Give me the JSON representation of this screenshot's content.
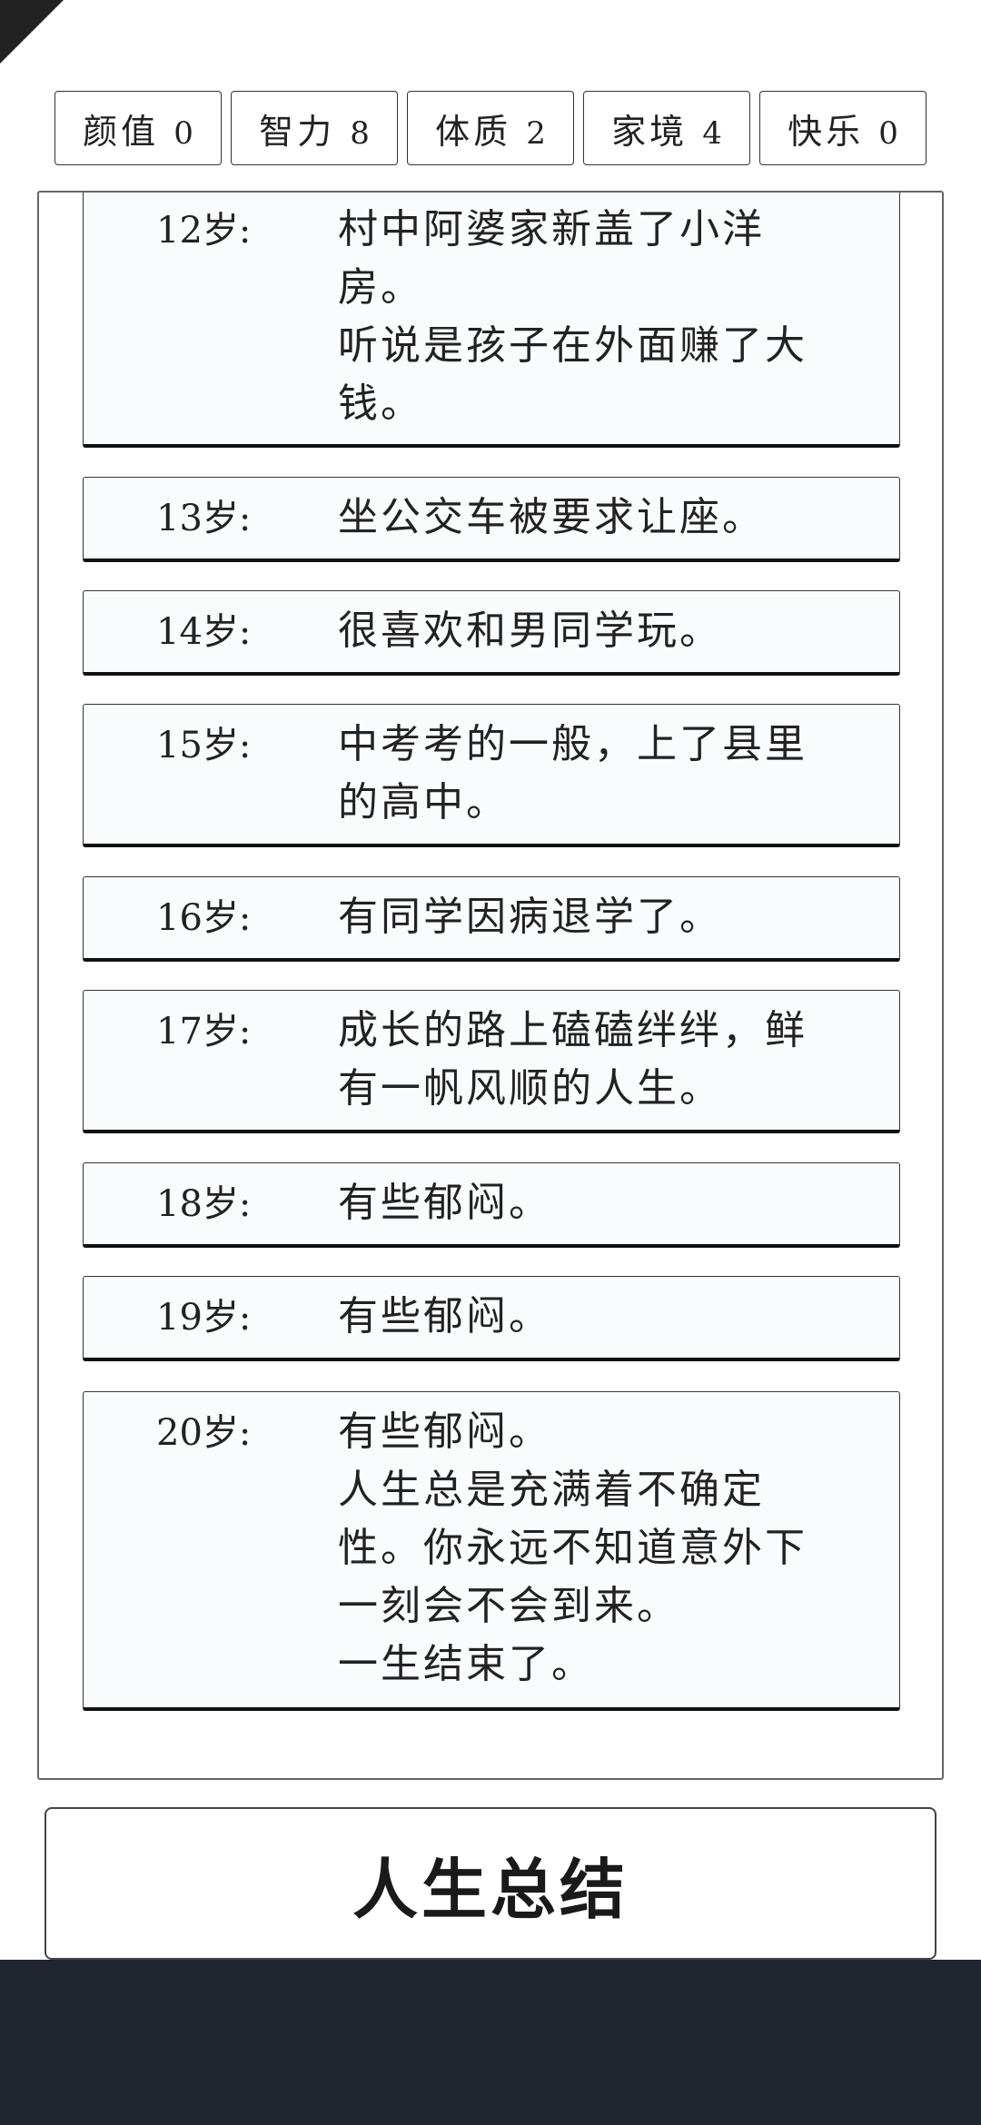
{
  "stats": [
    {
      "name": "颜值",
      "value": "0"
    },
    {
      "name": "智力",
      "value": "8"
    },
    {
      "name": "体质",
      "value": "2"
    },
    {
      "name": "家境",
      "value": "4"
    },
    {
      "name": "快乐",
      "value": "0"
    }
  ],
  "timeline": [
    {
      "age": "12岁:",
      "text": "村中阿婆家新盖了小洋房。\n听说是孩子在外面赚了大钱。"
    },
    {
      "age": "13岁:",
      "text": "坐公交车被要求让座。"
    },
    {
      "age": "14岁:",
      "text": "很喜欢和男同学玩。"
    },
    {
      "age": "15岁:",
      "text": "中考考的一般，上了县里的高中。"
    },
    {
      "age": "16岁:",
      "text": "有同学因病退学了。"
    },
    {
      "age": "17岁:",
      "text": "成长的路上磕磕绊绊，鲜有一帆风顺的人生。"
    },
    {
      "age": "18岁:",
      "text": "有些郁闷。"
    },
    {
      "age": "19岁:",
      "text": "有些郁闷。"
    },
    {
      "age": "20岁:",
      "text": "有些郁闷。\n人生总是充满着不确定性。你永远不知道意外下一刻会不会到来。\n一生结束了。"
    }
  ],
  "summary_button": {
    "label": "人生总结"
  }
}
